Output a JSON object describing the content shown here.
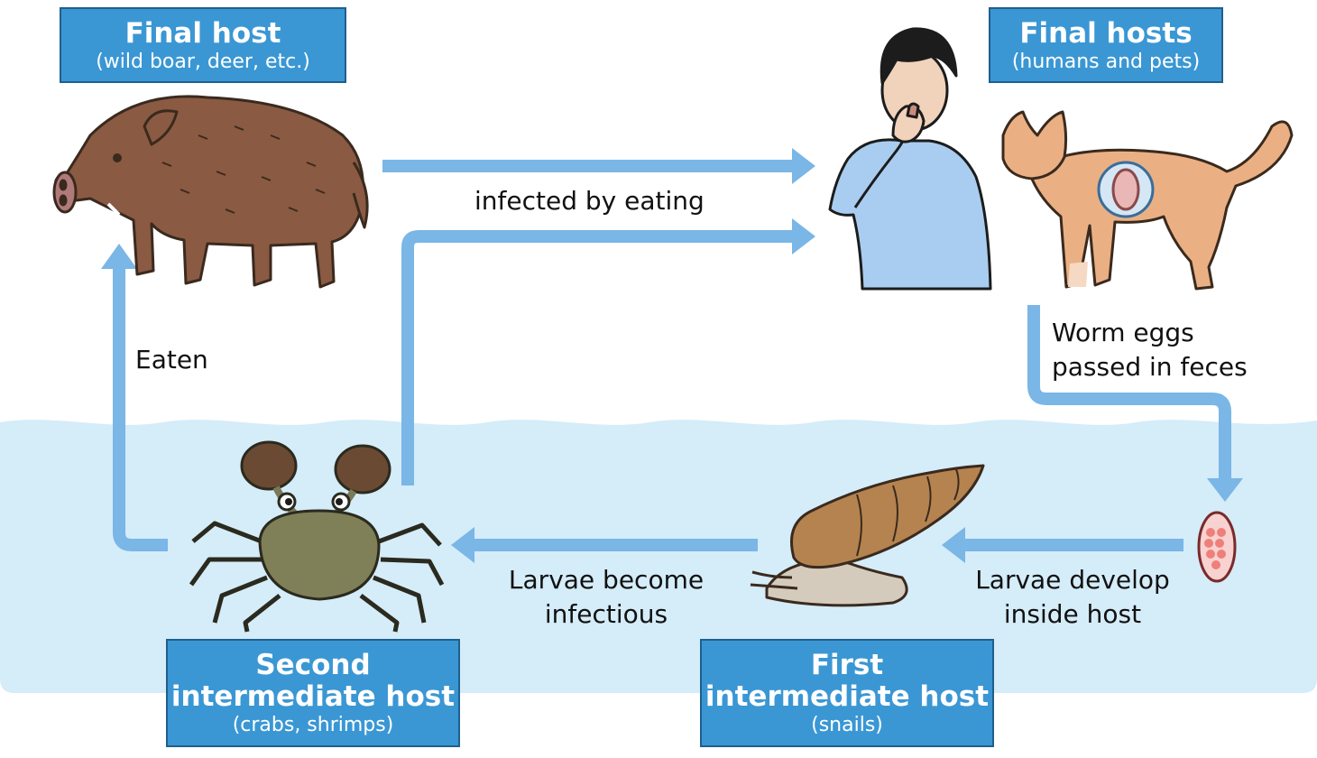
{
  "hosts": {
    "final_wild": {
      "title": "Final host",
      "subtitle": "(wild boar, deer, etc.)"
    },
    "final_humans": {
      "title": "Final hosts",
      "subtitle": "(humans and pets)"
    },
    "second_intermediate": {
      "title_line1": "Second",
      "title_line2": "intermediate host",
      "subtitle": "(crabs, shrimps)"
    },
    "first_intermediate": {
      "title_line1": "First",
      "title_line2": "intermediate host",
      "subtitle": "(snails)"
    }
  },
  "steps": {
    "infected": "infected by eating",
    "eaten": "Eaten",
    "eggs_line1": "Worm eggs",
    "eggs_line2": "passed in feces",
    "develop_line1": "Larvae develop",
    "develop_line2": "inside host",
    "infectious_line1": "Larvae become",
    "infectious_line2": "infectious"
  },
  "colors": {
    "arrow": "#7ab6e6",
    "label_box": "#3a97d4",
    "water": "#d5ecf9"
  },
  "illustrations": [
    "wild-boar",
    "coughing-person",
    "cat",
    "crab",
    "snail",
    "worm-egg"
  ]
}
